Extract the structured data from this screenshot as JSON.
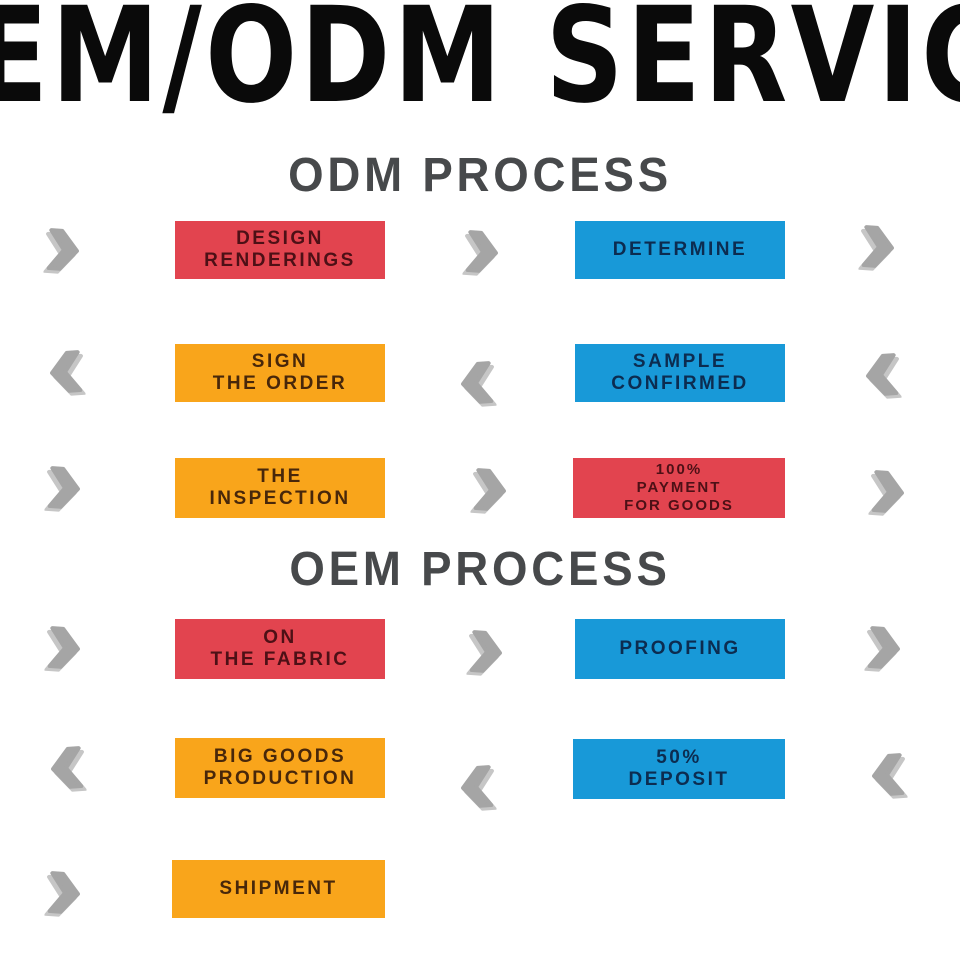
{
  "title": {
    "text": "OEM/ODM SERVICE"
  },
  "odm": {
    "heading": "ODM PROCESS",
    "steps": [
      {
        "label": "DESIGN\nRENDERINGS",
        "color": "red"
      },
      {
        "label": "DETERMINE",
        "color": "blue"
      },
      {
        "label": "SIGN\nTHE ORDER",
        "color": "orange"
      },
      {
        "label": "SAMPLE\nCONFIRMED",
        "color": "blue"
      },
      {
        "label": "THE\nINSPECTION",
        "color": "orange"
      },
      {
        "label": "100%\nPAYMENT\nFOR GOODS",
        "color": "red"
      }
    ]
  },
  "oem": {
    "heading": "OEM PROCESS",
    "steps": [
      {
        "label": "ON\nTHE FABRIC",
        "color": "red"
      },
      {
        "label": "PROOFING",
        "color": "blue"
      },
      {
        "label": "BIG GOODS\nPRODUCTION",
        "color": "orange"
      },
      {
        "label": "50%\nDEPOSIT",
        "color": "blue"
      },
      {
        "label": "SHIPMENT",
        "color": "orange"
      }
    ]
  },
  "icons": {
    "forward": "chevron-right-icon",
    "backward": "chevron-left-icon"
  },
  "colors": {
    "red": "#e2444f",
    "orange": "#f9a51b",
    "blue": "#1899d8",
    "red_text": "#4d1016",
    "orange_text": "#48270a",
    "blue_text": "#0c2c50",
    "arrow": "#a5a5a5",
    "arrow_shadow": "#c6c6c6",
    "heading": "#47494b",
    "title_text": "#0a0a0a",
    "background": "#ffffff"
  }
}
